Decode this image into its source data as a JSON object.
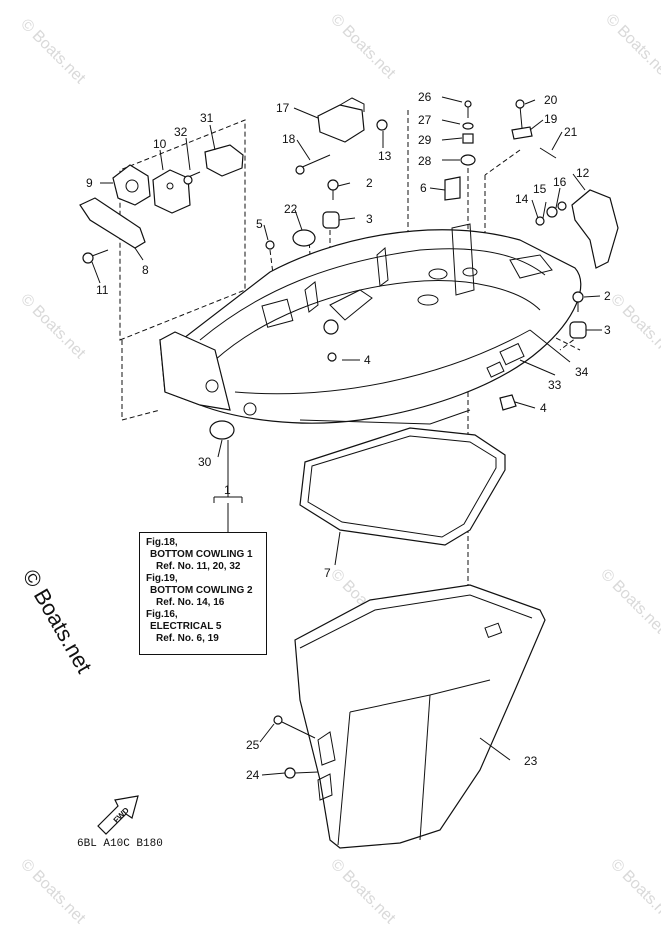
{
  "watermark": "© Boats.net",
  "diagram_code": "6BL A10C B180",
  "fwd_label": "FWD",
  "reference_box": {
    "lines": [
      "Fig.18,",
      "BOTTOM COWLING 1",
      "Ref. No. 11, 20, 32",
      "Fig.19,",
      "BOTTOM COWLING 2",
      "Ref. No. 14, 16",
      "Fig.16,",
      "ELECTRICAL 5",
      "Ref. No. 6, 19"
    ],
    "callout": "1"
  },
  "callouts": {
    "c1": "1",
    "c2a": "2",
    "c2b": "2",
    "c3a": "3",
    "c3b": "3",
    "c4a": "4",
    "c4b": "4",
    "c5": "5",
    "c6": "6",
    "c7": "7",
    "c8": "8",
    "c9": "9",
    "c10": "10",
    "c11": "11",
    "c12": "12",
    "c13": "13",
    "c14": "14",
    "c15": "15",
    "c16": "16",
    "c17": "17",
    "c18": "18",
    "c19": "19",
    "c20": "20",
    "c21": "21",
    "c22": "22",
    "c23": "23",
    "c24": "24",
    "c25": "25",
    "c26": "26",
    "c27": "27",
    "c28": "28",
    "c29": "29",
    "c30": "30",
    "c31": "31",
    "c32": "32",
    "c33": "33",
    "c34": "34"
  }
}
